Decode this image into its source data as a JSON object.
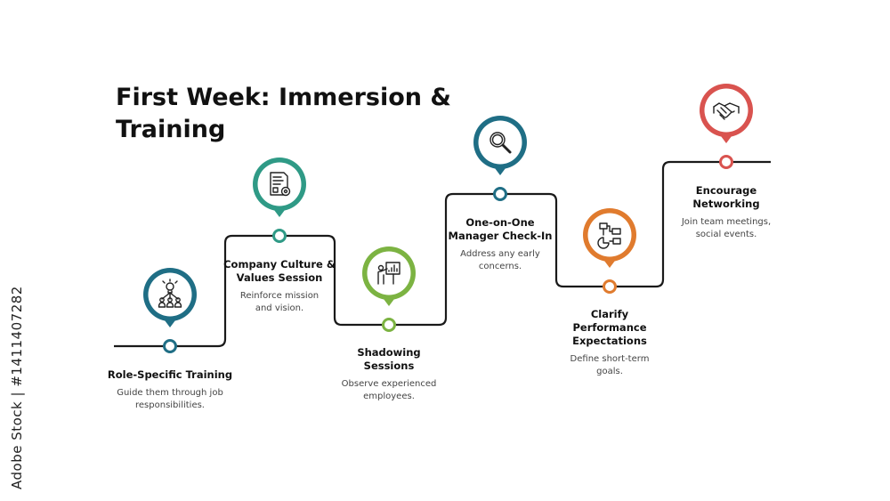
{
  "title": "First Week: Immersion & Training",
  "stock_credit": "Adobe Stock | #1411407282",
  "colors": {
    "line": "#1a1a1a",
    "teal_blue": "#1f6e85",
    "teal_green": "#2f9a86",
    "lime": "#7cb342",
    "orange": "#e07b2e",
    "red": "#d9534f"
  },
  "steps": [
    {
      "title_lines": [
        "Role-Specific Training"
      ],
      "desc_lines": [
        "Guide them through job",
        "responsibilities."
      ],
      "color": "#1f6e85",
      "icon": "team-idea-icon"
    },
    {
      "title_lines": [
        "Company Culture &",
        "Values Session"
      ],
      "desc_lines": [
        "Reinforce mission",
        "and vision."
      ],
      "color": "#2f9a86",
      "icon": "document-gear-icon"
    },
    {
      "title_lines": [
        "Shadowing",
        "Sessions"
      ],
      "desc_lines": [
        "Observe experienced",
        "employees."
      ],
      "color": "#7cb342",
      "icon": "presenter-icon"
    },
    {
      "title_lines": [
        "One-on-One",
        "Manager Check-In"
      ],
      "desc_lines": [
        "Address any early",
        "concerns."
      ],
      "color": "#1f6e85",
      "icon": "magnifier-icon"
    },
    {
      "title_lines": [
        "Clarify",
        "Performance",
        "Expectations"
      ],
      "desc_lines": [
        "Define short-term",
        "goals."
      ],
      "color": "#e07b2e",
      "icon": "flowchart-icon"
    },
    {
      "title_lines": [
        "Encourage",
        "Networking"
      ],
      "desc_lines": [
        "Join team meetings,",
        "social events."
      ],
      "color": "#d9534f",
      "icon": "handshake-icon"
    }
  ]
}
